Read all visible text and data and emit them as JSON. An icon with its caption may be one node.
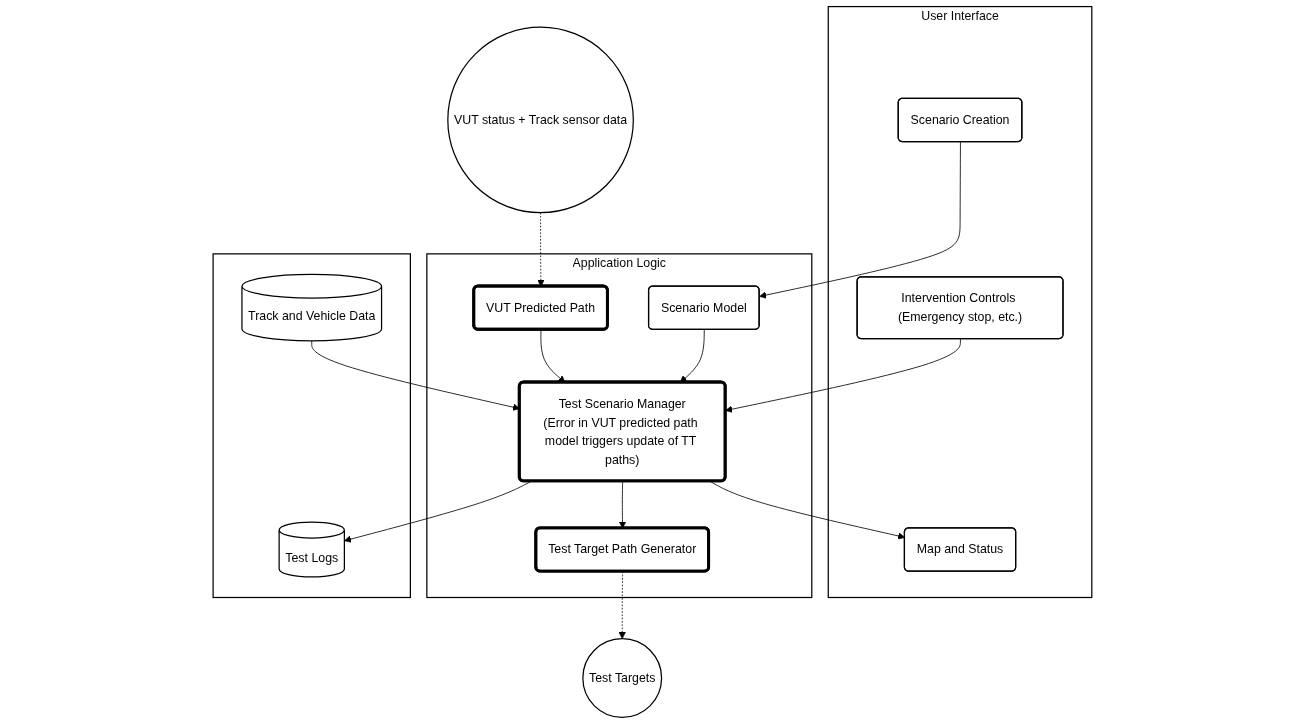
{
  "diagram": {
    "nodes": [
      {
        "text": [
          "User Interface"
        ]
      },
      {
        "text": [
          "Map and Status"
        ],
        "in": 0
      },
      {
        "text": [
          "Intervention Controls (Emergency stop, etc.)"
        ],
        "in": 0
      },
      {
        "text": [
          "Scenario Creation"
        ],
        "in": 0
      },
      {
        "text": [
          "Application Logic"
        ]
      },
      {
        "text": [
          "Test Scenario Manager",
          "(Error in VUT predicted path model triggers update of TT paths)"
        ],
        "in": 4
      },
      {
        "text": [
          "Scenario Model"
        ],
        "in": 4
      },
      {
        "text": [
          "Test Target Path Generator"
        ],
        "in": 4
      },
      {
        "text": [
          "VUT Predicted Path"
        ],
        "in": 4
      },
      {
        "text": [],
        "shape": "box"
      },
      {
        "text": [
          "Test Logs"
        ],
        "in": 9
      },
      {
        "text": [
          "Track and Vehicle Data"
        ],
        "in": 9
      },
      {
        "text": [
          "Test Targets"
        ]
      },
      {
        "text": [
          "VUT status + Track sensor data"
        ]
      }
    ],
    "edges": [
      {
        "from": 5,
        "to": 1,
        "arrow": "to"
      },
      {
        "from": 2,
        "to": 5,
        "arrow": "to"
      },
      {
        "from": 3,
        "to": 6,
        "arrow": "to"
      },
      {
        "from": 6,
        "to": 5,
        "arrow": "to"
      },
      {
        "from": 5,
        "to": 7,
        "arrow": "to"
      },
      {
        "from": 8,
        "to": 5,
        "arrow": "to"
      },
      {
        "from": 5,
        "to": 10,
        "arrow": "to"
      },
      {
        "from": 11,
        "to": 5,
        "arrow": "to"
      },
      {
        "from": 7,
        "to": 12,
        "arrow": "to",
        "style": "dashed"
      },
      {
        "from": 13,
        "to": 8,
        "arrow": "to",
        "style": "dashed"
      }
    ]
  }
}
